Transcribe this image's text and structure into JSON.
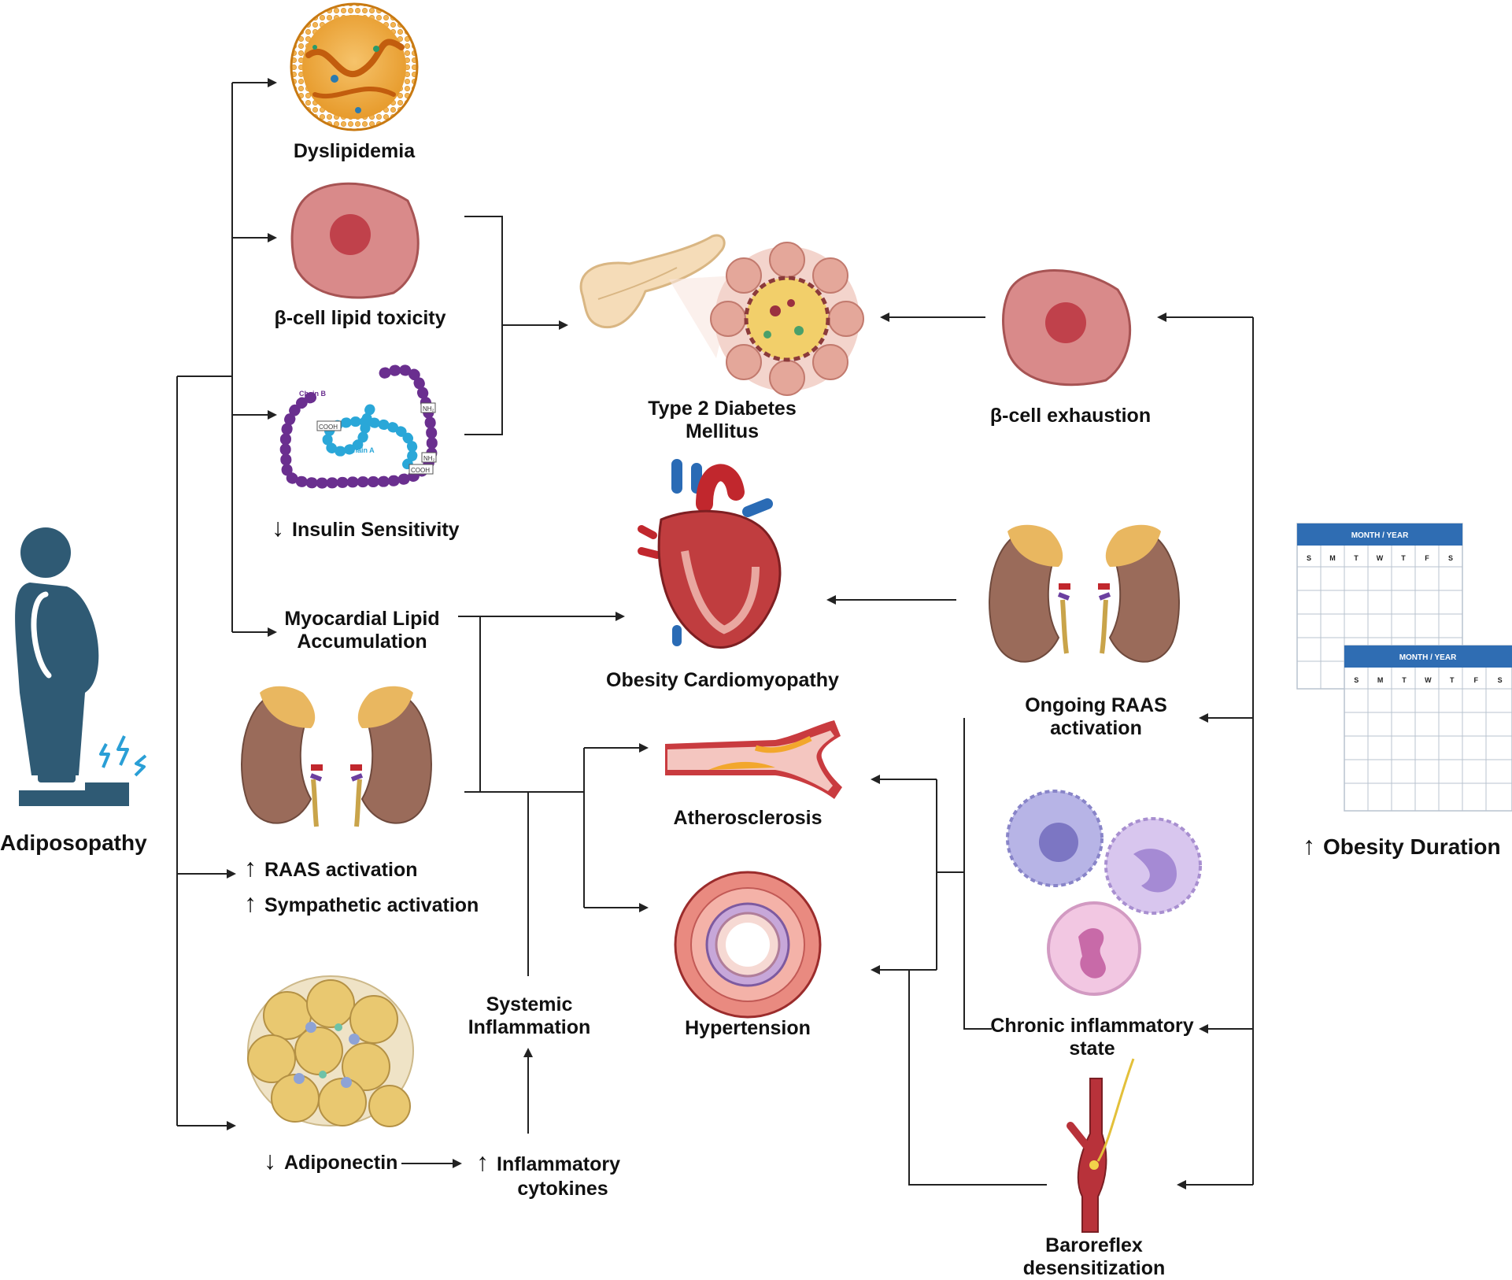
{
  "labels": {
    "adiposopathy": "Adiposopathy",
    "dyslipidemia": "Dyslipidemia",
    "beta_lipid_toxicity": "β-cell lipid toxicity",
    "insulin_sensitivity": "Insulin Sensitivity",
    "myocardial_line1": "Myocardial Lipid",
    "myocardial_line2": "Accumulation",
    "raas_activation": "RAAS activation",
    "sympathetic_activation": "Sympathetic activation",
    "adiponectin": "Adiponectin",
    "cytokines_line1": "Inflammatory",
    "cytokines_line2": "cytokines",
    "systemic_line1": "Systemic",
    "systemic_line2": "Inflammation",
    "t2dm_line1": "Type 2 Diabetes",
    "t2dm_line2": "Mellitus",
    "cardiomyopathy": "Obesity Cardiomyopathy",
    "atherosclerosis": "Atherosclerosis",
    "hypertension": "Hypertension",
    "beta_exhaustion": "β-cell exhaustion",
    "ongoing_raas_line1": "Ongoing RAAS",
    "ongoing_raas_line2": "activation",
    "chronic_line1": "Chronic inflammatory",
    "chronic_line2": "state",
    "baroreflex_line1": "Baroreflex",
    "baroreflex_line2": "desensitization",
    "obesity_duration": "Obesity Duration"
  },
  "arrows": {
    "up": "↑",
    "down": "↓"
  },
  "calendar": {
    "title": "MONTH / YEAR",
    "days": [
      "S",
      "M",
      "T",
      "W",
      "T",
      "F",
      "S"
    ]
  },
  "insulin_text": {
    "chain_a": "Chain A",
    "chain_b": "Chain B",
    "nh2": "NH₂",
    "cooh": "COOH"
  },
  "colors": {
    "person": "#2f5a74",
    "lightning": "#2a9fd6",
    "calendar_header": "#2f6db3",
    "cell_fill": "#d98a8a",
    "nucleus": "#c0414b",
    "kidney": "#9a6b5a",
    "adrenal": "#e9b760",
    "chain_b": "#6a2f8f",
    "chain_a": "#2aa7d8"
  }
}
